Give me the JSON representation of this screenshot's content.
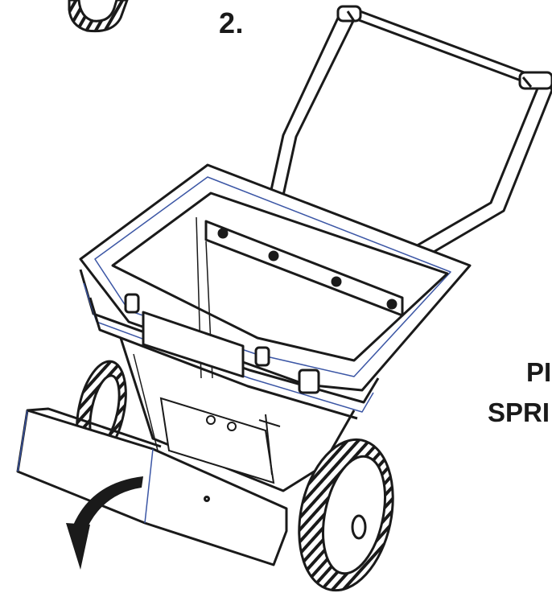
{
  "diagram": {
    "step_label": "2.",
    "side_text": [
      "PI",
      "SPRI"
    ],
    "colors": {
      "outline": "#1a1a1a",
      "edge_accent": "#3b56a5",
      "background": "#ffffff"
    }
  }
}
